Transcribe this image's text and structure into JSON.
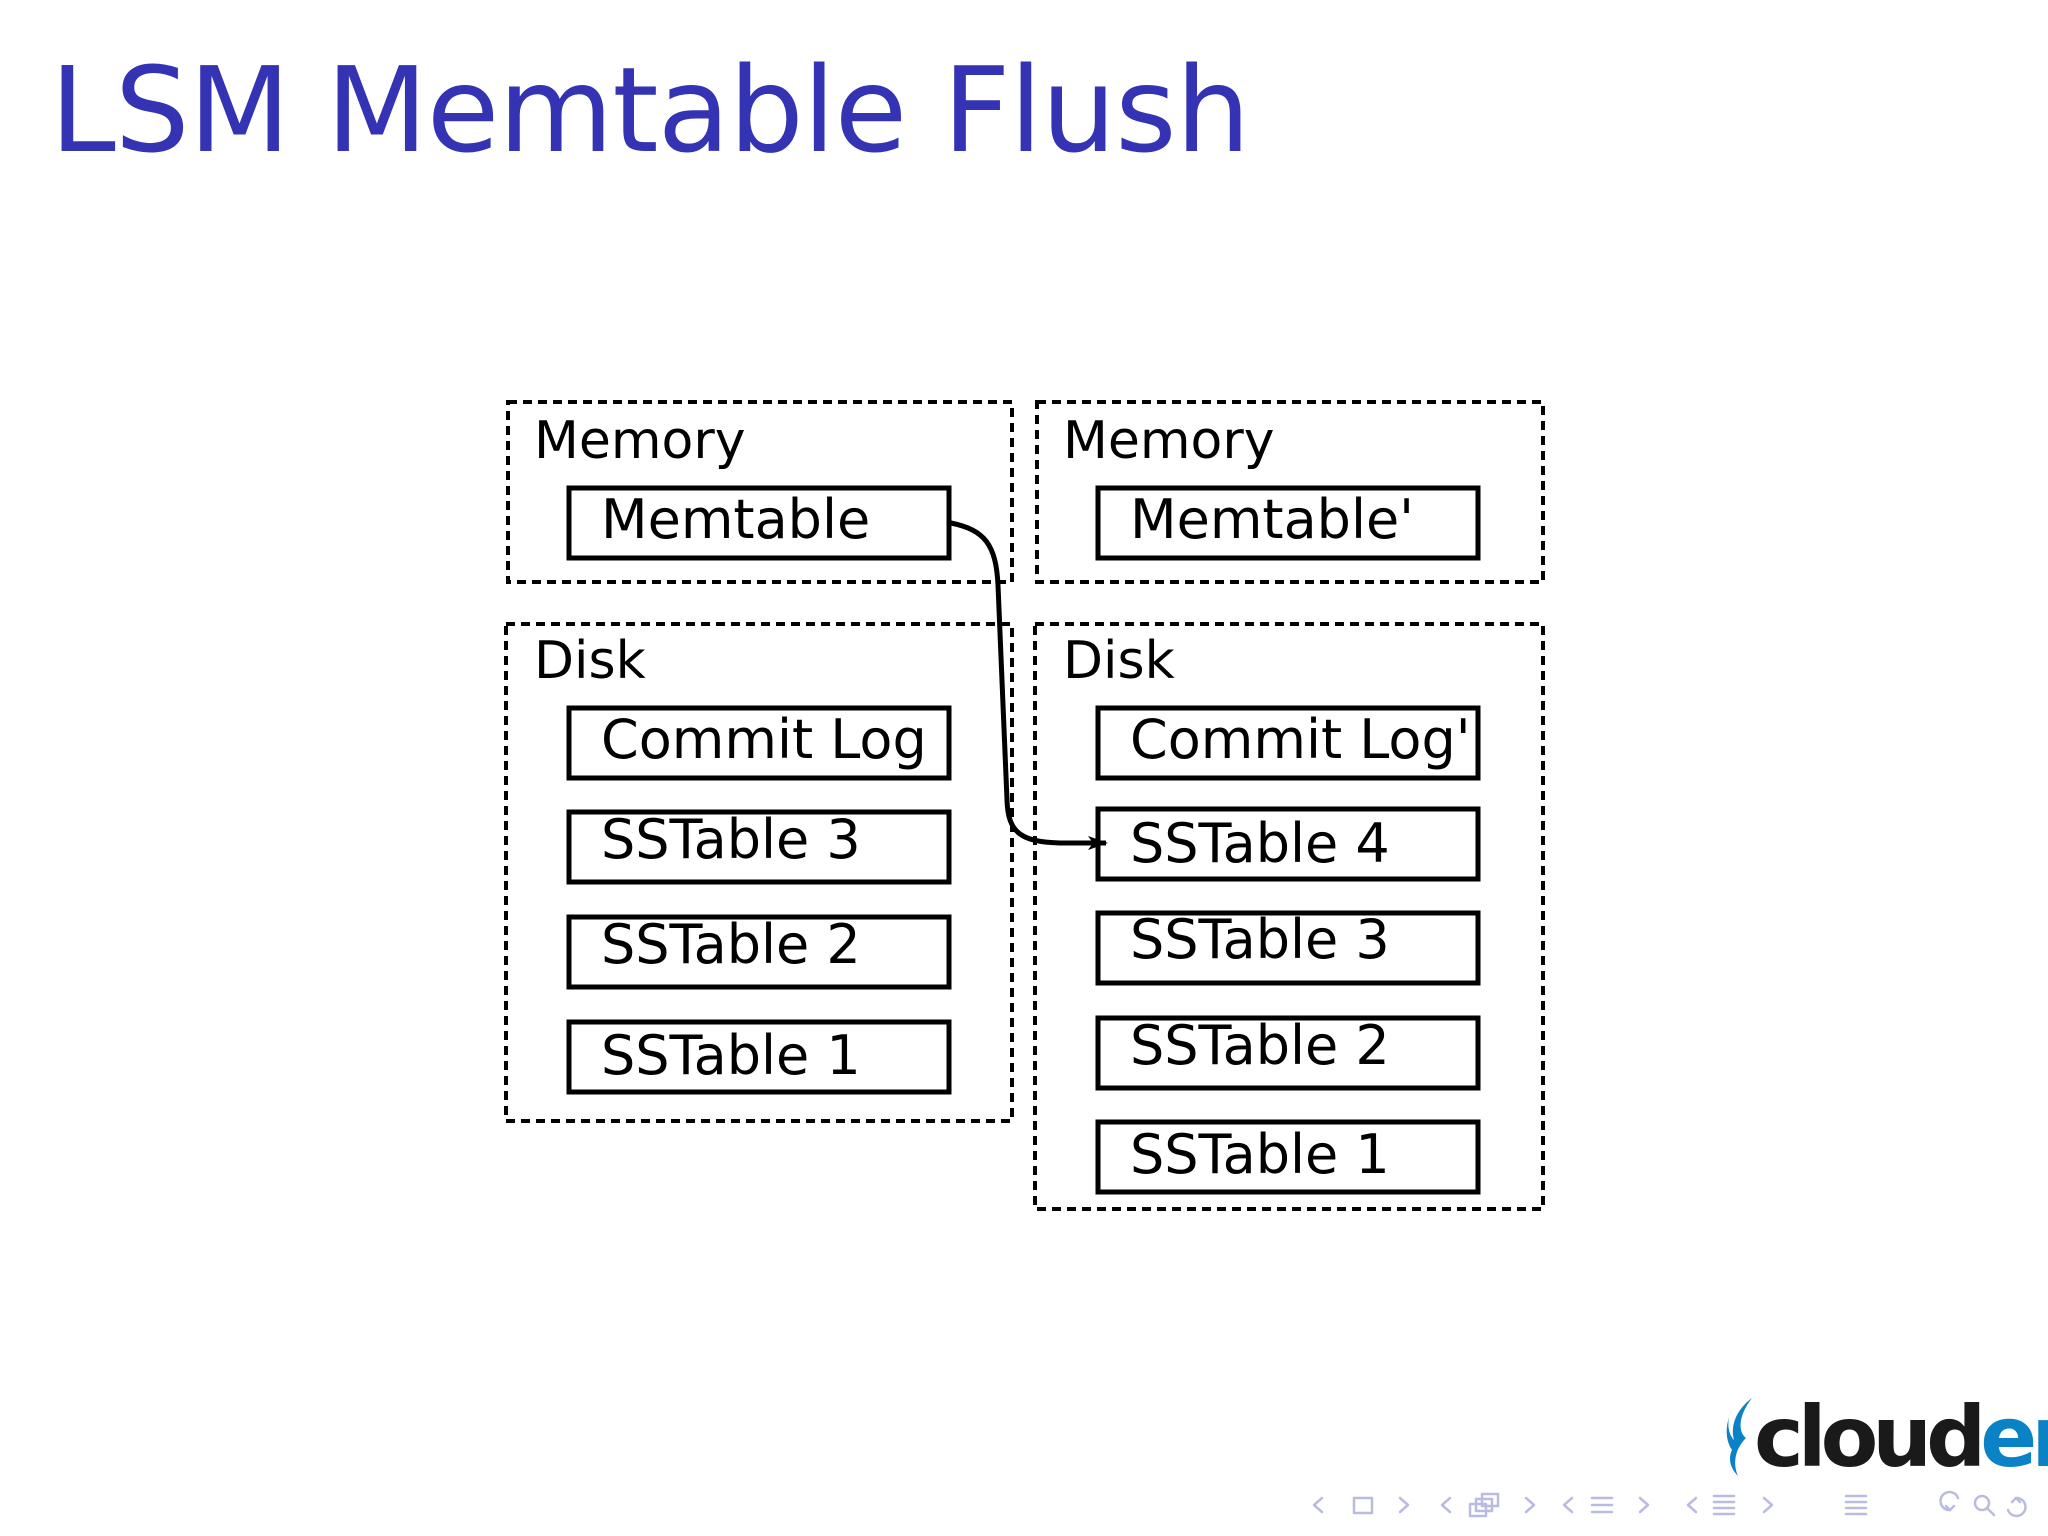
{
  "slide": {
    "title": "LSM Memtable Flush"
  },
  "diagram": {
    "before": {
      "memory_label": "Memory",
      "memtable_label": "Memtable",
      "disk_label": "Disk",
      "disk_items": [
        "Commit Log",
        "SSTable 3",
        "SSTable 2",
        "SSTable 1"
      ]
    },
    "after": {
      "memory_label": "Memory",
      "memtable_label": "Memtable'",
      "disk_label": "Disk",
      "disk_items": [
        "Commit Log'",
        "SSTable 4",
        "SSTable 3",
        "SSTable 2",
        "SSTable 1"
      ]
    },
    "edge": {
      "from": "Memtable",
      "to": "SSTable 4"
    }
  },
  "logo": {
    "text_main": "cloud",
    "text_accent": "era"
  },
  "colors": {
    "title": "#3333b3",
    "nav": "#b9bce0",
    "logo_accent": "#0b82c5"
  },
  "icons": [
    "beamer-frame-nav-icon",
    "beamer-subsection-nav-icon",
    "beamer-section-nav-icon",
    "beamer-document-nav-icon",
    "beamer-search-icon"
  ]
}
